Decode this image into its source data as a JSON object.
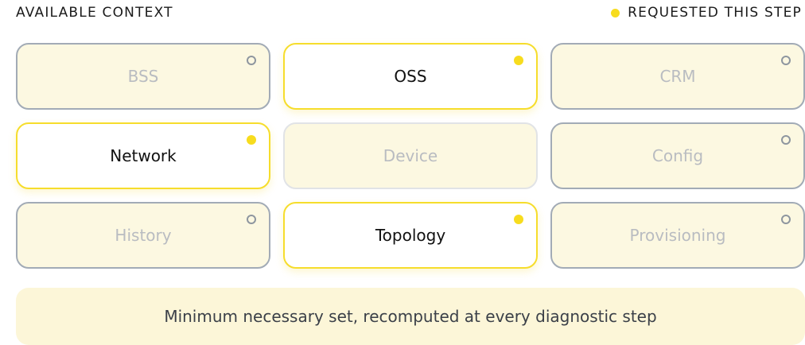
{
  "header": {
    "title": "AVAILABLE CONTEXT",
    "legend_label": "REQUESTED THIS STEP"
  },
  "tiles": [
    {
      "label": "BSS",
      "state": "inactive",
      "marker": "ring"
    },
    {
      "label": "OSS",
      "state": "active",
      "marker": "filled"
    },
    {
      "label": "CRM",
      "state": "inactive",
      "marker": "ring"
    },
    {
      "label": "Network",
      "state": "active",
      "marker": "filled"
    },
    {
      "label": "Device",
      "state": "neutral",
      "marker": "none"
    },
    {
      "label": "Config",
      "state": "inactive",
      "marker": "ring"
    },
    {
      "label": "History",
      "state": "inactive",
      "marker": "ring"
    },
    {
      "label": "Topology",
      "state": "active",
      "marker": "filled"
    },
    {
      "label": "Provisioning",
      "state": "inactive",
      "marker": "ring"
    }
  ],
  "footer": {
    "text": "Minimum necessary set, recomputed at every diagnostic step"
  },
  "colors": {
    "accent": "#f7dc1e",
    "inactive_border": "#a2abb6",
    "tile_fill": "#fcf8e1"
  }
}
